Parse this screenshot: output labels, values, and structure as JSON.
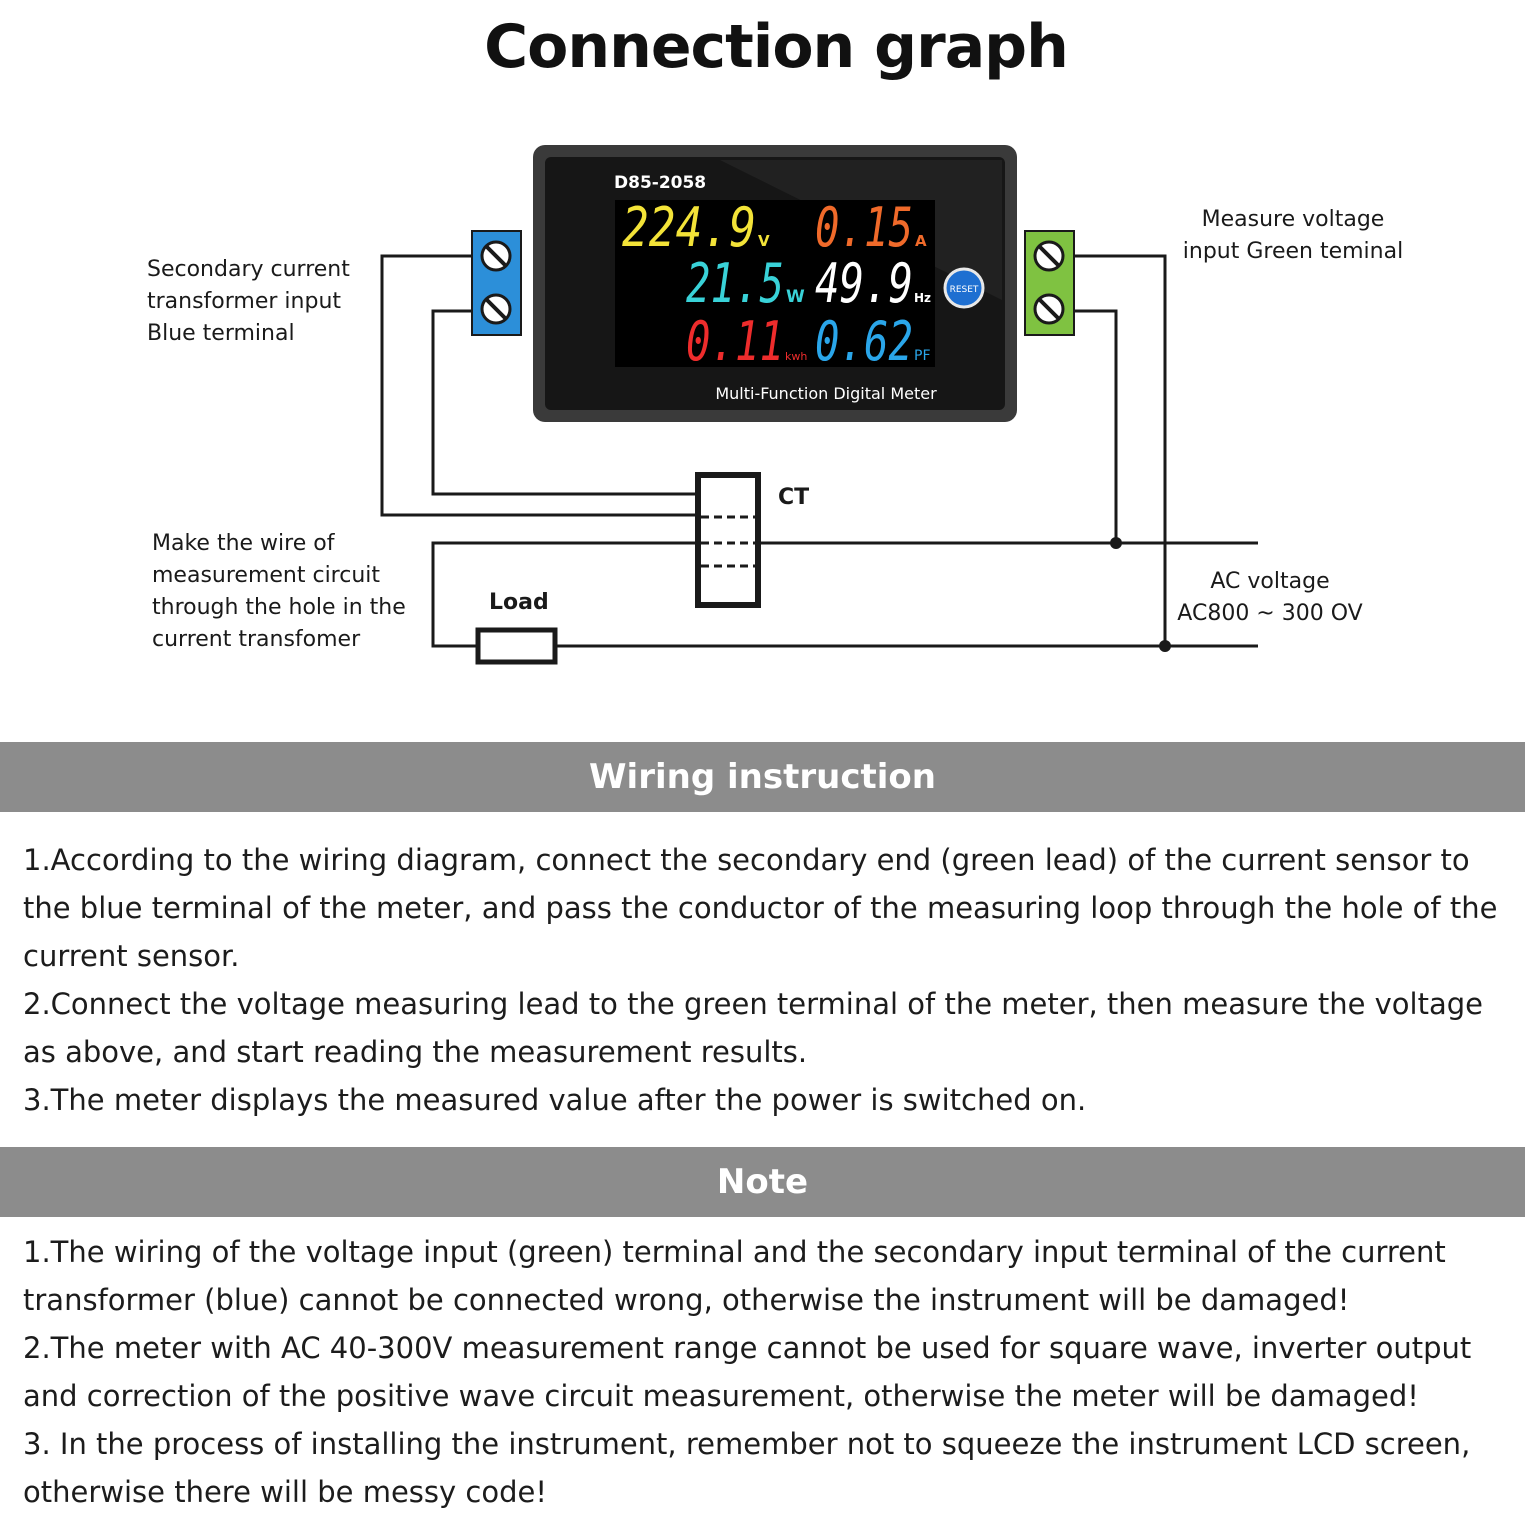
{
  "title": "Connection graph",
  "meter": {
    "model": "D85-2058",
    "subtitle": "Multi-Function Digital Meter",
    "reset_label": "RESET",
    "readings": [
      {
        "value": "224.9",
        "unit": "V",
        "color": "#f3e338"
      },
      {
        "value": "0.15",
        "unit": "A",
        "color": "#f06a2a"
      },
      {
        "value": "21.5",
        "unit": "W",
        "color": "#39d2d8"
      },
      {
        "value": "49.9",
        "unit": "Hz",
        "color": "#ffffff"
      },
      {
        "value": "0.11",
        "unit": "kwh",
        "color": "#ee2c2c"
      },
      {
        "value": "0.62",
        "unit": "PF",
        "color": "#2aa6ea"
      }
    ]
  },
  "labels": {
    "secondary": [
      "Secondary current",
      "transformer input",
      "Blue terminal"
    ],
    "measure": [
      "Measure voltage",
      "input Green teminal"
    ],
    "wire": [
      "Make the wire of",
      "measurement circuit",
      "through the hole in the",
      "current transfomer"
    ],
    "ct": "CT",
    "load": "Load",
    "ac": [
      "AC voltage",
      "AC800 ~ 300 OV"
    ]
  },
  "colors": {
    "blue_terminal": "#2c8fd9",
    "green_terminal": "#7fc241",
    "band": "#8c8c8c"
  },
  "wiring": {
    "heading": "Wiring instruction",
    "items": [
      "1.According to the wiring diagram, connect the secondary end (green lead) of the current sensor to the blue terminal of the meter, and pass the conductor of the measuring loop through the hole of the current sensor.",
      "2.Connect the voltage measuring lead to the green terminal of the meter, then measure the voltage as above, and start reading the measurement results.",
      "3.The meter displays the measured value after the power is switched on."
    ]
  },
  "note": {
    "heading": "Note",
    "items": [
      "1.The wiring of the voltage input (green) terminal and the secondary input terminal of the current transformer (blue) cannot be connected wrong, otherwise the instrument will be damaged!",
      "2.The meter with AC 40-300V measurement range cannot be used for square wave, inverter output and correction of the positive wave circuit measurement, otherwise the meter will be damaged!",
      "3. In the process of installing the instrument, remember not to squeeze the instrument LCD screen, otherwise there will be messy code!"
    ]
  }
}
